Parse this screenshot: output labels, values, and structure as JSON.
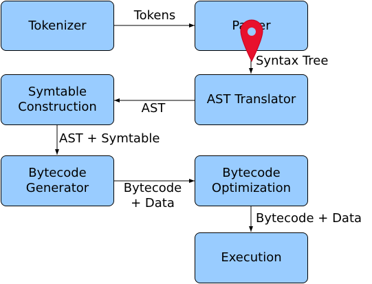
{
  "colors": {
    "node_fill": "#99ccff",
    "node_border": "#000000",
    "marker": "#e8112d"
  },
  "nodes": {
    "tokenizer": "Tokenizer",
    "parser": "Parser",
    "ast_translator": "AST Translator",
    "symtable_construction": "Symtable\nConstruction",
    "bytecode_generator": "Bytecode\nGenerator",
    "bytecode_optimization": "Bytecode\nOptimization",
    "execution": "Execution"
  },
  "edges": {
    "tokens": "Tokens",
    "syntax_tree": "Syntax Tree",
    "ast": "AST",
    "ast_symtable": "AST + Symtable",
    "bytecode_data_left": "Bytecode\n+ Data",
    "bytecode_data_right": "Bytecode + Data"
  },
  "marker": {
    "icon": "map-pin-icon"
  }
}
